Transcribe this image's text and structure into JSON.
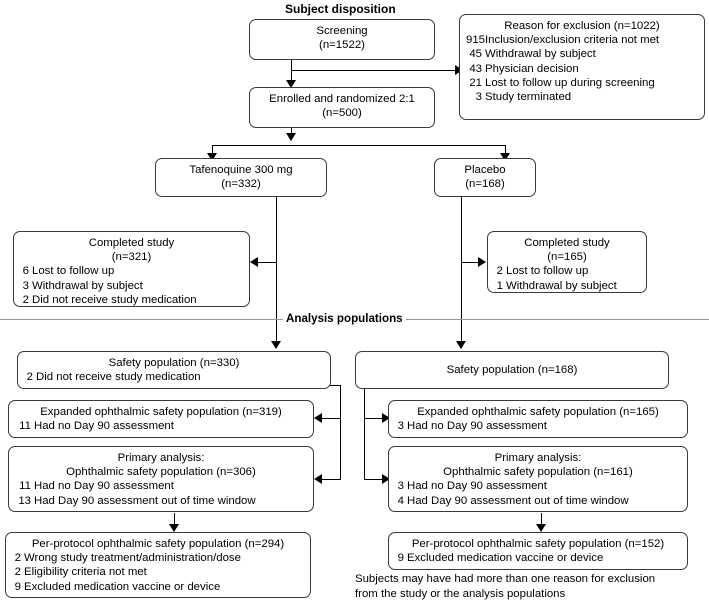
{
  "title": "Subject disposition",
  "section_label": "Analysis populations",
  "boxes": {
    "screening": {
      "line1": "Screening",
      "line2": "(n=1522)"
    },
    "exclusion": {
      "header": "Reason for exclusion (n=1022)",
      "items": [
        {
          "n": "915",
          "text": "Inclusion/exclusion criteria not met"
        },
        {
          "n": "45",
          "text": "Withdrawal by subject"
        },
        {
          "n": "43",
          "text": "Physician decision"
        },
        {
          "n": "21",
          "text": "Lost to follow up during screening"
        },
        {
          "n": "3",
          "text": "Study terminated"
        }
      ]
    },
    "enrolled": {
      "line1": "Enrolled and randomized 2:1",
      "line2": "(n=500)"
    },
    "tafenoquine_arm": {
      "line1": "Tafenoquine 300 mg",
      "line2": "(n=332)"
    },
    "placebo_arm": {
      "line1": "Placebo",
      "line2": "(n=168)"
    },
    "completed_tafenoquine": {
      "line1": "Completed study",
      "line2": "(n=321)",
      "items": [
        {
          "n": "6",
          "text": "Lost to follow up"
        },
        {
          "n": "3",
          "text": "Withdrawal by subject"
        },
        {
          "n": "2",
          "text": "Did not receive study medication"
        }
      ]
    },
    "completed_placebo": {
      "line1": "Completed study",
      "line2": "(n=165)",
      "items": [
        {
          "n": "2",
          "text": "Lost to follow up"
        },
        {
          "n": "1",
          "text": "Withdrawal by subject"
        }
      ]
    },
    "safety_tafenoquine": {
      "header": "Safety population (n=330)",
      "items": [
        {
          "n": "2",
          "text": "Did not receive study medication"
        }
      ]
    },
    "safety_placebo": {
      "header": "Safety population (n=168)",
      "items": []
    },
    "expanded_tafenoquine": {
      "header": "Expanded ophthalmic safety population (n=319)",
      "items": [
        {
          "n": "11",
          "text": "Had no Day 90 assessment"
        }
      ]
    },
    "expanded_placebo": {
      "header": "Expanded ophthalmic safety population (n=165)",
      "items": [
        {
          "n": "3",
          "text": "Had no Day 90 assessment"
        }
      ]
    },
    "primary_tafenoquine": {
      "line1": "Primary analysis:",
      "line2": "Ophthalmic safety population (n=306)",
      "items": [
        {
          "n": "11",
          "text": "Had no Day 90 assessment"
        },
        {
          "n": "13",
          "text": "Had Day 90 assessment out of time window"
        }
      ]
    },
    "primary_placebo": {
      "line1": "Primary analysis:",
      "line2": "Ophthalmic safety population (n=161)",
      "items": [
        {
          "n": "3",
          "text": "Had no Day 90 assessment"
        },
        {
          "n": "4",
          "text": "Had Day 90 assessment out of time window"
        }
      ]
    },
    "perprotocol_tafenoquine": {
      "header": "Per-protocol ophthalmic safety population (n=294)",
      "items": [
        {
          "n": "2",
          "text": "Wrong study treatment/administration/dose"
        },
        {
          "n": "2",
          "text": "Eligibility criteria not met"
        },
        {
          "n": "9",
          "text": "Excluded medication vaccine or device"
        }
      ]
    },
    "perprotocol_placebo": {
      "header": "Per-protocol ophthalmic safety population (n=152)",
      "items": [
        {
          "n": "9",
          "text": "Excluded medication vaccine or device"
        }
      ]
    }
  },
  "footnote": {
    "line1": "Subjects may have had more than one reason for exclusion",
    "line2": "from the study or the analysis populations"
  },
  "colors": {
    "stroke": "#3a3a3a",
    "connector": "#000000",
    "background": "#ffffff"
  }
}
